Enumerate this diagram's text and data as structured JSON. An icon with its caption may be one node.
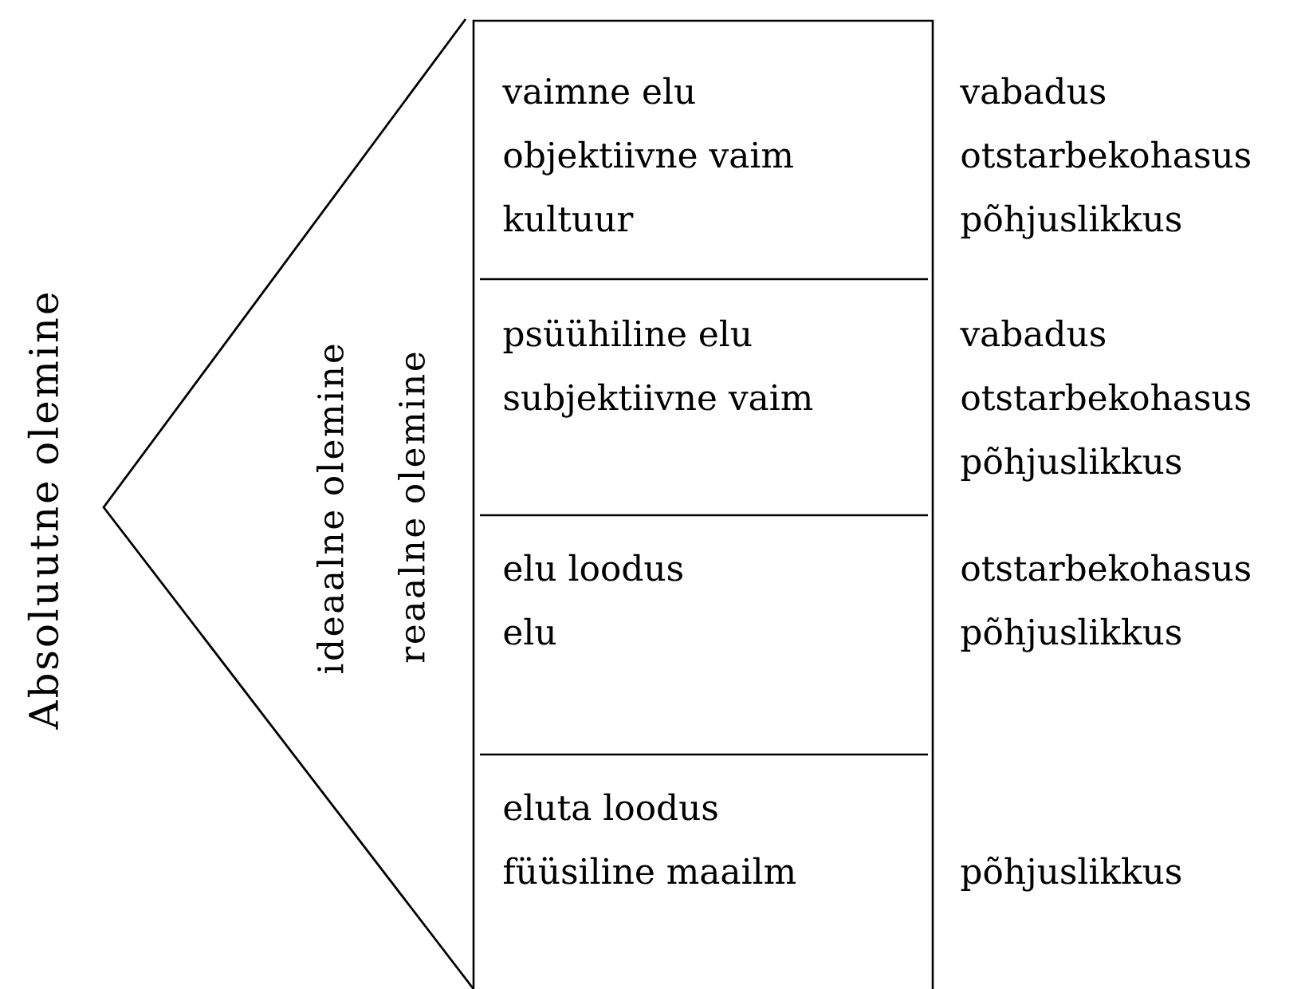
{
  "diagram": {
    "nodes": [
      {
        "text": [
          "vaimne elu",
          "objektiivne vaim",
          "kultuur"
        ]
      },
      {
        "text": [
          "psüühiline elu",
          "subjektiivne vaim"
        ]
      },
      {
        "text": [
          "elu loodus",
          "elu"
        ]
      },
      {
        "text": [
          "eluta loodus",
          "füüsiline maailm"
        ]
      }
    ],
    "labels": [
      "Absoluutne olemine",
      "ideaalne olemine",
      "reaalne olemine",
      "vabadus",
      "otstarbekohasus",
      "põhjuslikkus",
      "vabadus",
      "otstarbekohasus",
      "põhjuslikkus",
      "otstarbekohasus",
      "põhjuslikkus",
      "põhjuslikkus"
    ]
  }
}
